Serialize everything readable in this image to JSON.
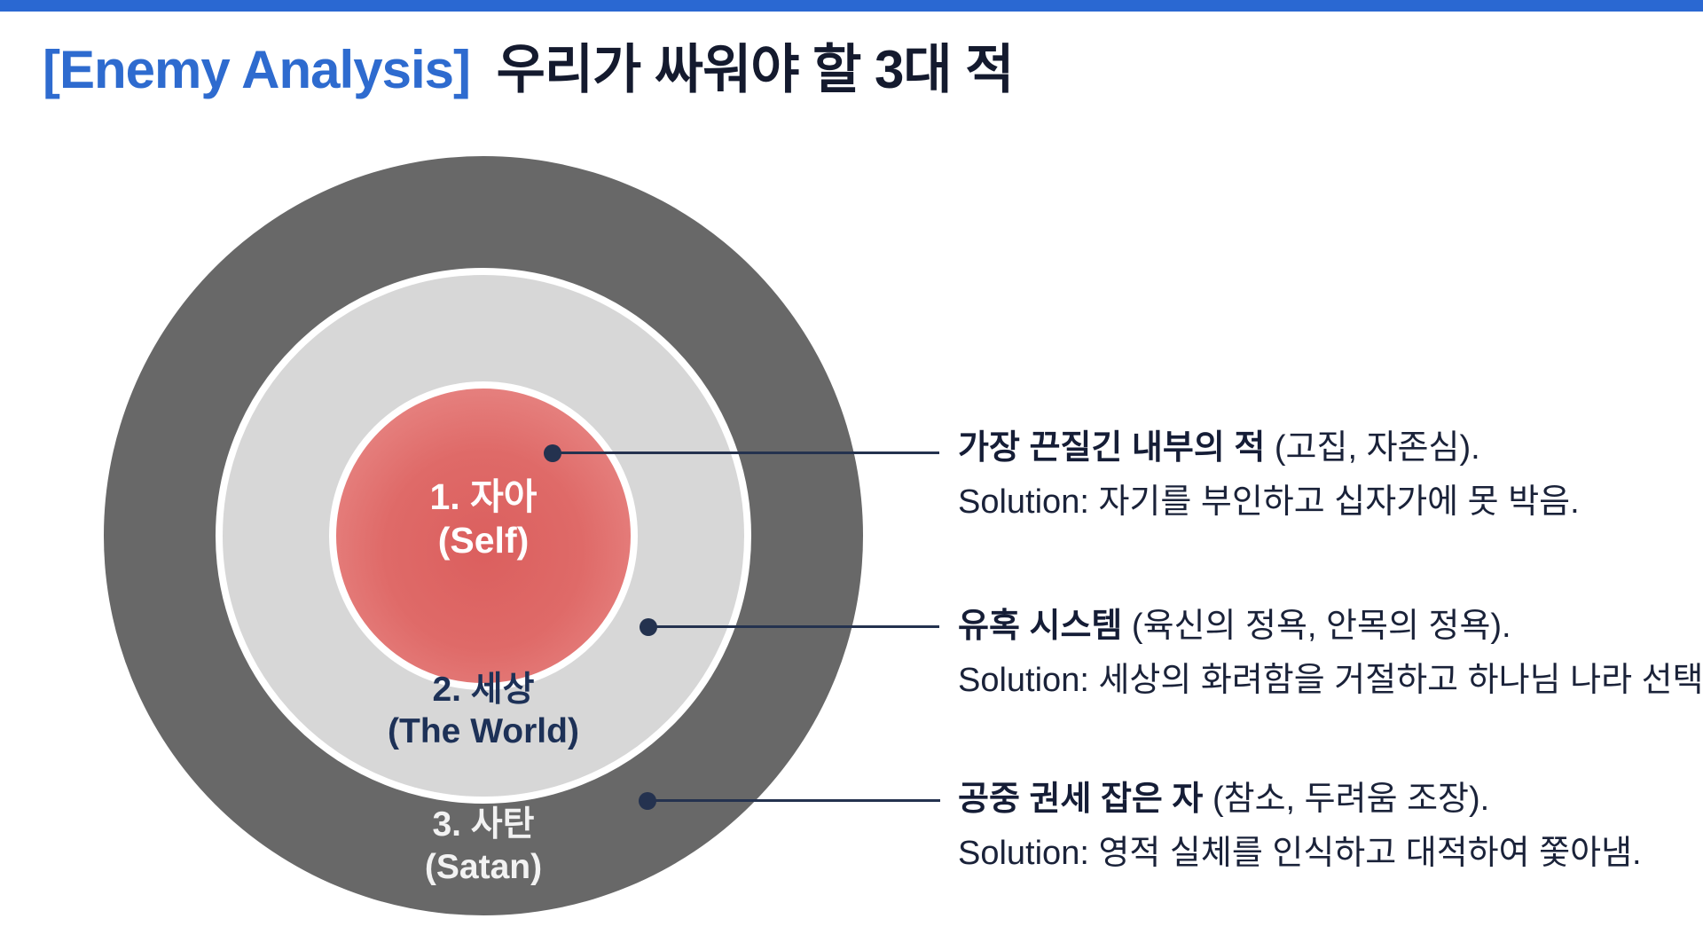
{
  "header": {
    "accent_bar_color": "#2a68d2",
    "title_tag": "[Enemy Analysis]",
    "title_text": "우리가 싸워야 할 3대 적",
    "title_tag_color": "#2e6bcf",
    "title_text_color": "#141a2e"
  },
  "diagram": {
    "type": "concentric-rings",
    "rings": [
      {
        "order": "3",
        "label_line1": "3. 사탄",
        "label_line2": "(Satan)",
        "fill_color": "#686868",
        "text_color": "#ffffff"
      },
      {
        "order": "2",
        "label_line1": "2. 세상",
        "label_line2": "(The World)",
        "fill_color": "#d7d7d7",
        "text_color": "#1d3157"
      },
      {
        "order": "1",
        "label_line1": "1. 자아",
        "label_line2": "(Self)",
        "fill_color": "#df6a68",
        "text_color": "#ffffff"
      }
    ],
    "connector_color": "#24324f"
  },
  "annotations": [
    {
      "target_ring": "1. 자아 (Self)",
      "heading": "가장 끈질긴 내부의 적",
      "detail": " (고집, 자존심).",
      "solution": "Solution: 자기를 부인하고 십자가에 못 박음."
    },
    {
      "target_ring": "2. 세상 (The World)",
      "heading": "유혹 시스템",
      "detail": " (육신의 정욕, 안목의 정욕).",
      "solution": "Solution: 세상의 화려함을 거절하고 하나님 나라 선택."
    },
    {
      "target_ring": "3. 사탄 (Satan)",
      "heading": "공중 권세 잡은 자",
      "detail": " (참소, 두려움 조장).",
      "solution": "Solution: 영적 실체를 인식하고 대적하여 쫓아냄."
    }
  ]
}
